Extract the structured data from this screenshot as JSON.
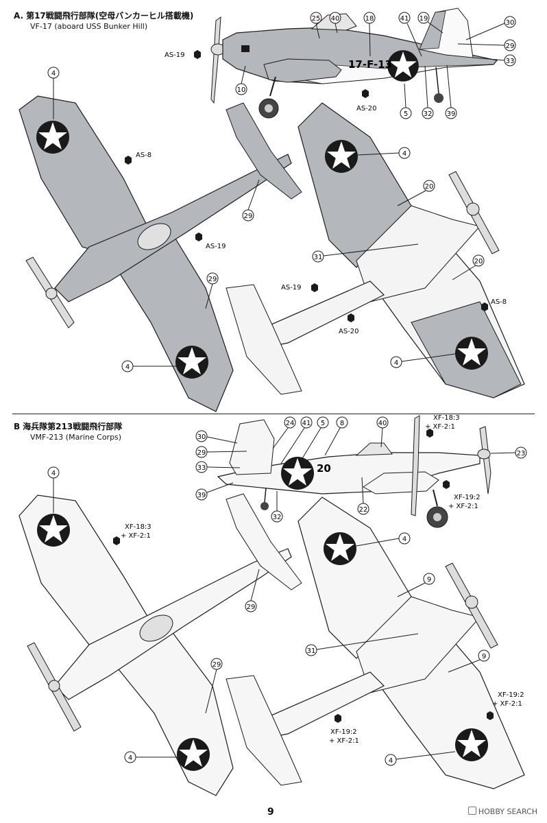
{
  "sections": [
    {
      "letter": "A.",
      "title_jp": "第17戦闘飛行部隊(空母バンカーヒル搭載機)",
      "title_en": "VF-17 (aboard USS Bunker Hill)",
      "fuselage_code": "17-F-13"
    },
    {
      "letter": "B",
      "title_jp": "海兵隊第213戦闘飛行部隊",
      "title_en": "VMF-213 (Marine Corps)",
      "fuselage_code": "20"
    }
  ],
  "decals_a": {
    "as19_side": "AS-19",
    "as20_side": "AS-20",
    "as8_top": "AS-8",
    "as19_top": "AS-19",
    "as19_bottom": "AS-19",
    "as20_bottom": "AS-20",
    "as8_bottom": "AS-8"
  },
  "decals_b": {
    "xf18_side_1": "XF-18:3",
    "xf18_side_2": "+ XF-2:1",
    "xf19_side_1": "XF-19:2",
    "xf19_side_2": "+ XF-2:1",
    "xf18_top_1": "XF-18:3",
    "xf18_top_2": "+ XF-2:1",
    "xf19_bottom_1": "XF-19:2",
    "xf19_bottom_2": "+ XF-2:1",
    "xf19_right_1": "XF-19:2",
    "xf19_right_2": "+ XF-2:1"
  },
  "callouts_a": [
    "25",
    "40",
    "18",
    "41",
    "19",
    "30",
    "29",
    "33",
    "39",
    "32",
    "5",
    "10",
    "4",
    "4",
    "4",
    "4",
    "20",
    "20",
    "29",
    "29",
    "31"
  ],
  "callouts_b": [
    "24",
    "41",
    "5",
    "8",
    "40",
    "30",
    "29",
    "33",
    "39",
    "32",
    "22",
    "23",
    "4",
    "4",
    "4",
    "4",
    "9",
    "9",
    "29",
    "29",
    "31"
  ],
  "page_number": "9",
  "watermark": "HOBBY SEARCH",
  "colors": {
    "upper_gray": "#b4b8bc",
    "line": "#1a1a1a",
    "roundel": "#1a1a1a"
  }
}
